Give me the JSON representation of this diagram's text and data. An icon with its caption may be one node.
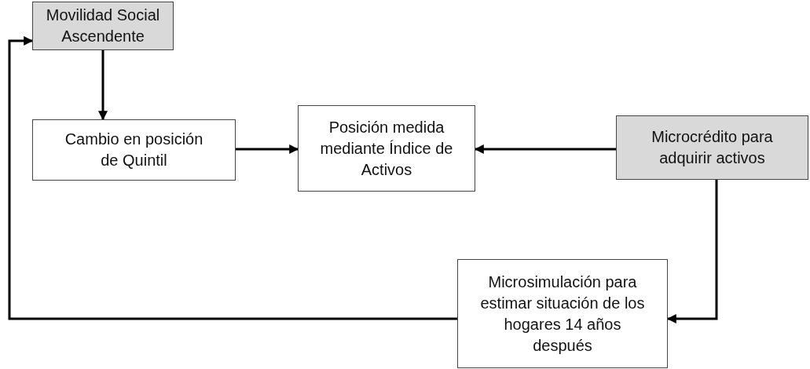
{
  "diagram": {
    "nodes": [
      {
        "text": [
          "Movilidad Social Ascendente"
        ]
      },
      {
        "text": [
          "Cambio en posición de Quintil"
        ]
      },
      {
        "text": [
          "Posición medida mediante Índice de Activos"
        ]
      },
      {
        "text": [
          "Microcrédito para adquirir activos"
        ]
      },
      {
        "text": [
          "Microsimulación para estimar situación de los hogares 14 años después"
        ]
      }
    ],
    "edges": [
      {
        "from": 0,
        "to": 1,
        "arrow": "to"
      },
      {
        "from": 1,
        "to": 2,
        "arrow": "to"
      },
      {
        "from": 3,
        "to": 2,
        "arrow": "to"
      },
      {
        "from": 3,
        "to": 4,
        "arrow": "to"
      },
      {
        "from": 4,
        "to": 0,
        "arrow": "to"
      }
    ]
  }
}
